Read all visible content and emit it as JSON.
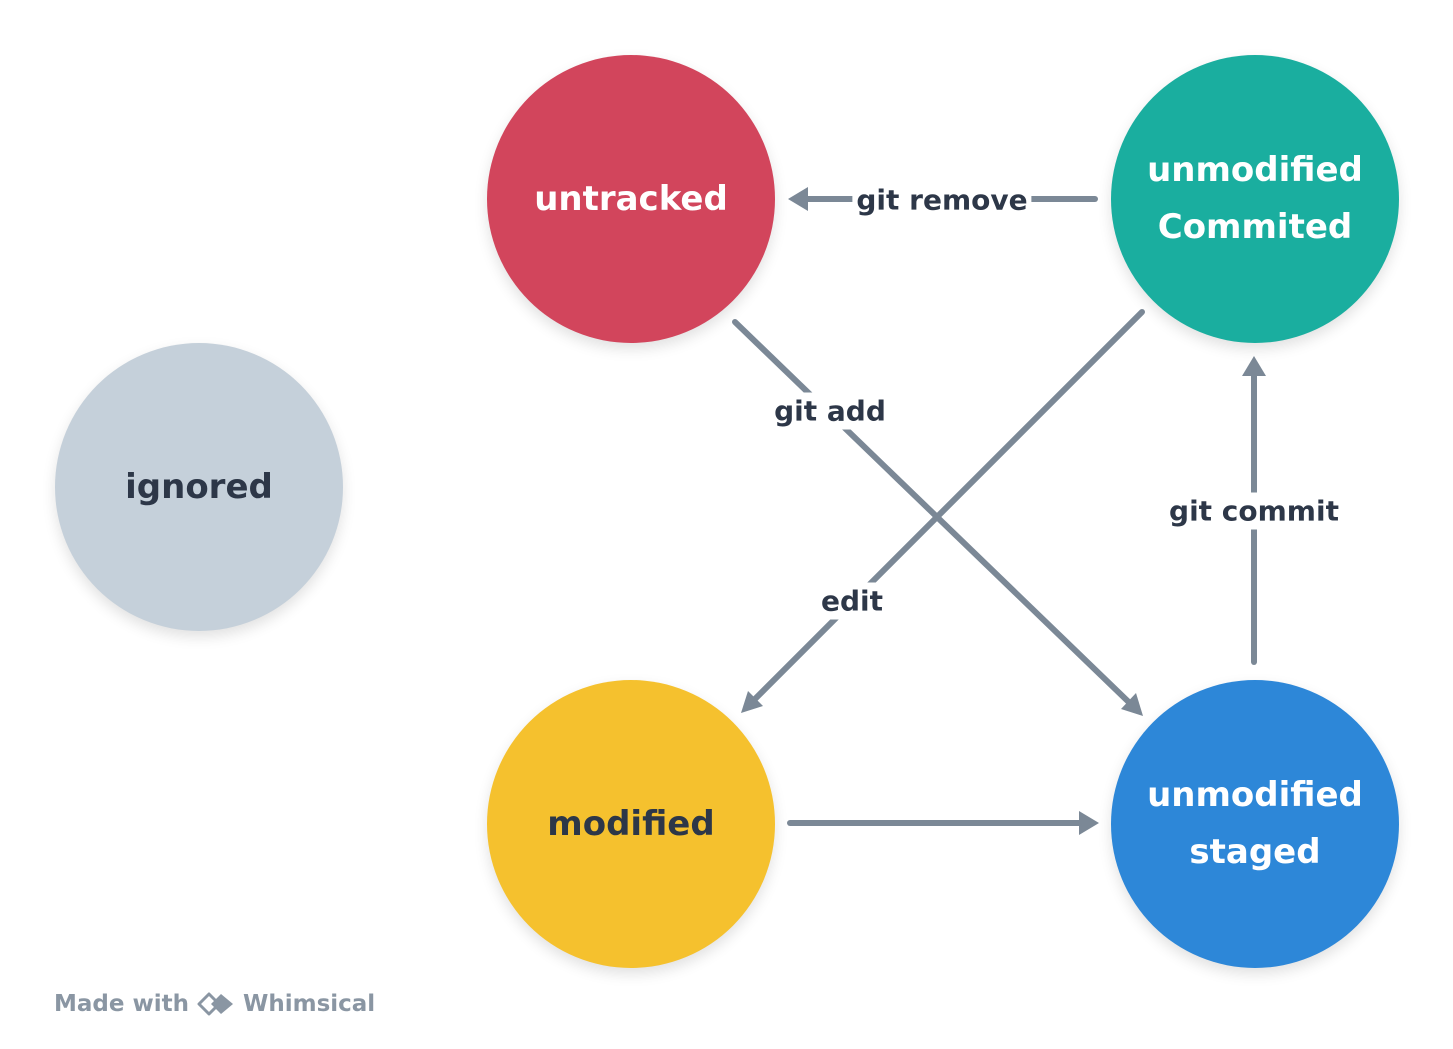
{
  "diagram": {
    "nodes": {
      "ignored": {
        "lines": [
          "ignored"
        ],
        "color": "#c5d0da"
      },
      "untracked": {
        "lines": [
          "untracked"
        ],
        "color": "#d2455c"
      },
      "committed": {
        "lines": [
          "unmodified",
          "Commited"
        ],
        "color": "#1aae9f"
      },
      "modified": {
        "lines": [
          "modified"
        ],
        "color": "#f5c12e"
      },
      "staged": {
        "lines": [
          "unmodified",
          "staged"
        ],
        "color": "#2d87d8"
      }
    },
    "edges": {
      "remove": {
        "label": "git remove",
        "from": "unmodified Commited",
        "to": "untracked"
      },
      "add": {
        "label": "git add",
        "from": "untracked",
        "to": "unmodified staged"
      },
      "edit": {
        "label": "edit",
        "from": "unmodified Commited",
        "to": "modified"
      },
      "commit": {
        "label": "git commit",
        "from": "unmodified staged",
        "to": "unmodified Commited"
      },
      "stage": {
        "from": "modified",
        "to": "unmodified staged"
      }
    },
    "edge_color": "#7b8896"
  },
  "footer": {
    "made_with": "Made with",
    "brand": "Whimsical",
    "icon": "whimsical-logo-icon"
  }
}
